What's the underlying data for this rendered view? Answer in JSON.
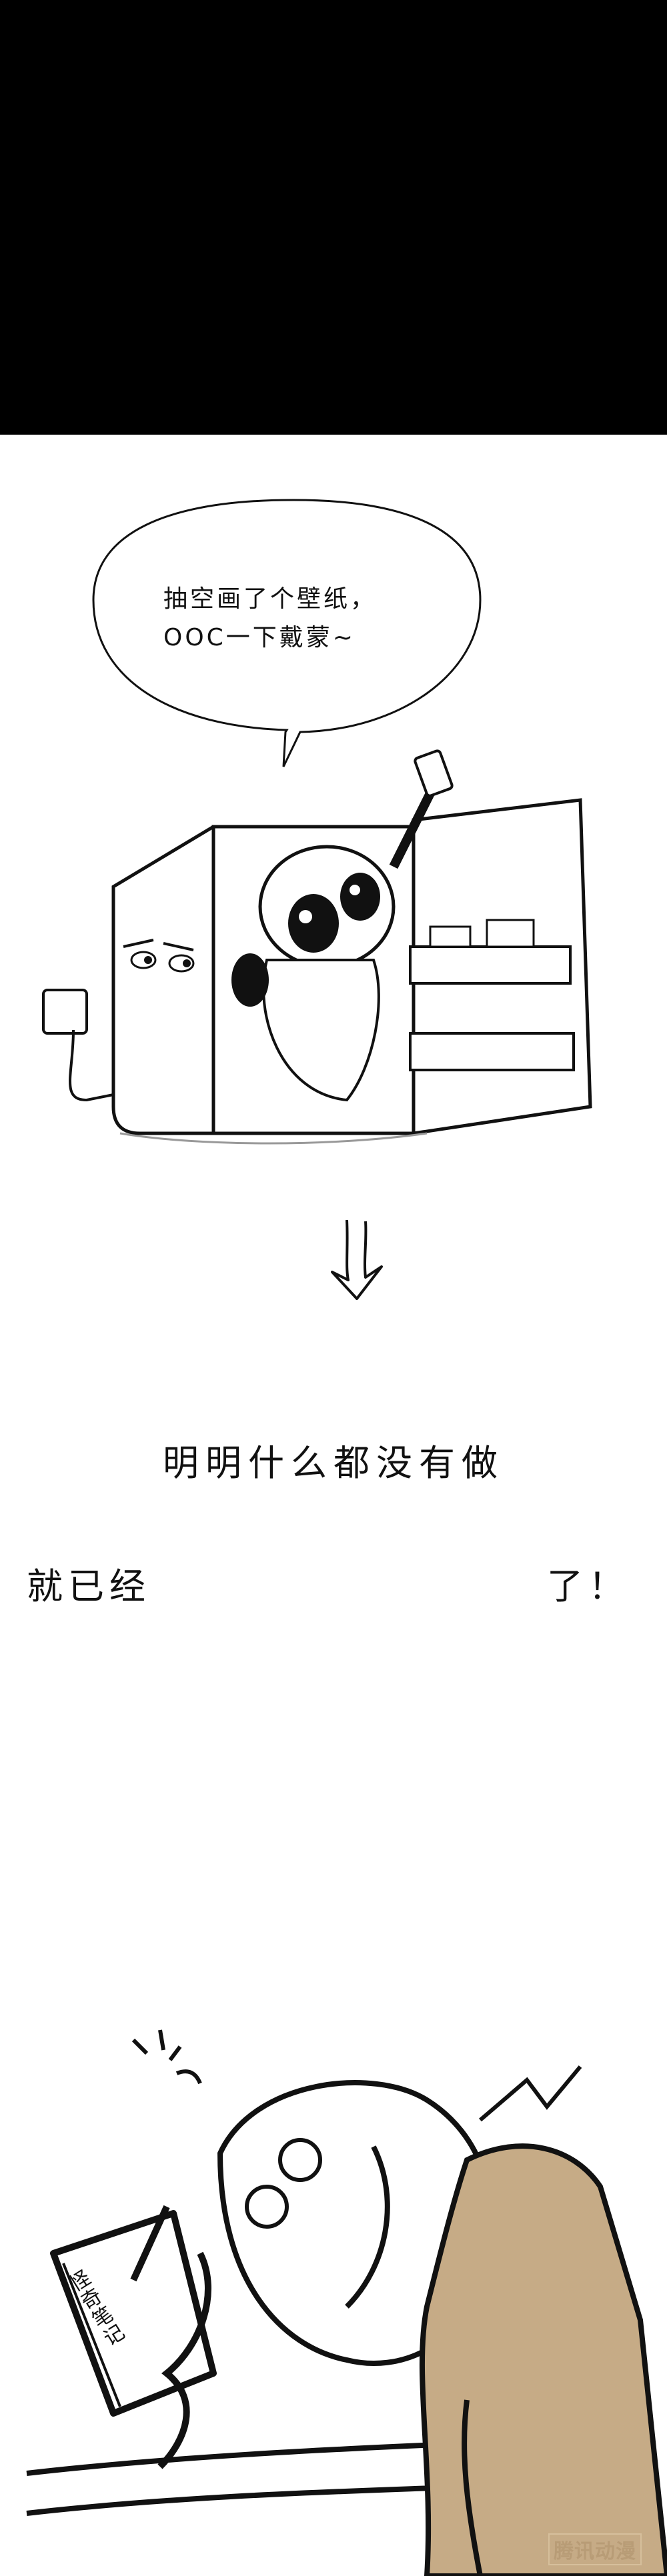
{
  "panel_1": {
    "background": "#000000"
  },
  "panel_2": {
    "speech_bubble": {
      "line_1": "抽空画了个壁纸，",
      "line_2": "OOC一下戴蒙~"
    }
  },
  "panel_3": {
    "caption_line_1": "明明什么都没有做",
    "caption_line_2_start": "就已经",
    "caption_line_2_end": "了！"
  },
  "panel_4": {
    "book_title": "怪奇笔记",
    "coat_color": "#c6ab86",
    "watermark": "腾讯动漫"
  }
}
